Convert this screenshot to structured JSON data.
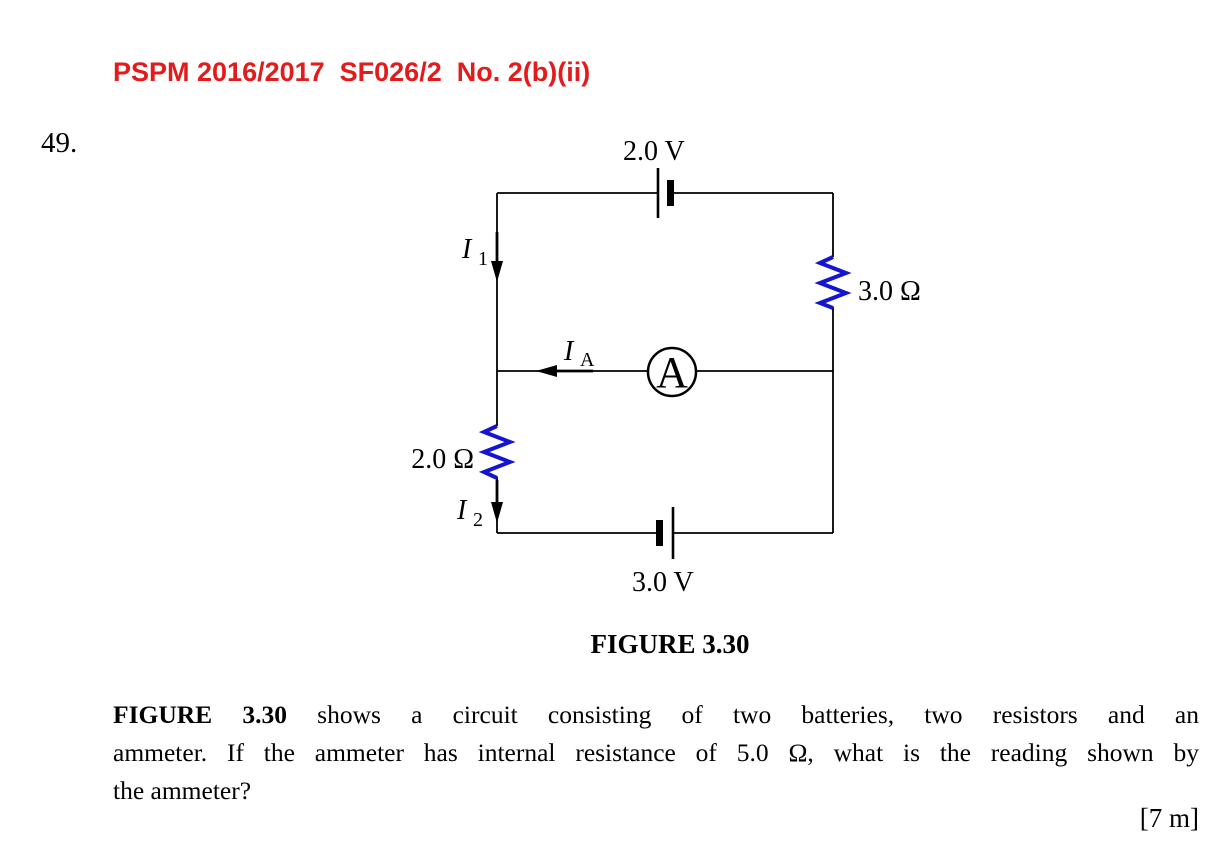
{
  "colors": {
    "header_red": "#e31b1b",
    "resistor_blue": "#1515cf",
    "wire_black": "#000000"
  },
  "header": {
    "title": "PSPM 2016/2017  SF026/2  No. 2(b)(ii)"
  },
  "question_number": "49.",
  "circuit": {
    "battery_top_label": "2.0 V",
    "battery_bottom_label": "3.0 V",
    "resistor_right_label": "3.0 Ω",
    "resistor_left_label": "2.0 Ω",
    "ammeter_letter": "A",
    "current_1": {
      "symbol": "I",
      "subscript": "1"
    },
    "current_2": {
      "symbol": "I",
      "subscript": "2"
    },
    "current_a": {
      "symbol": "I",
      "subscript": "A"
    }
  },
  "figure_caption": "FIGURE 3.30",
  "question": {
    "line1_bold": "FIGURE 3.30",
    "line1_rest": "shows a circuit consisting of two batteries, two resistors and an",
    "line2": "ammeter. If the ammeter has internal resistance of 5.0 Ω, what is the reading shown by",
    "line3": "the ammeter?",
    "marks": "[7 m]"
  }
}
